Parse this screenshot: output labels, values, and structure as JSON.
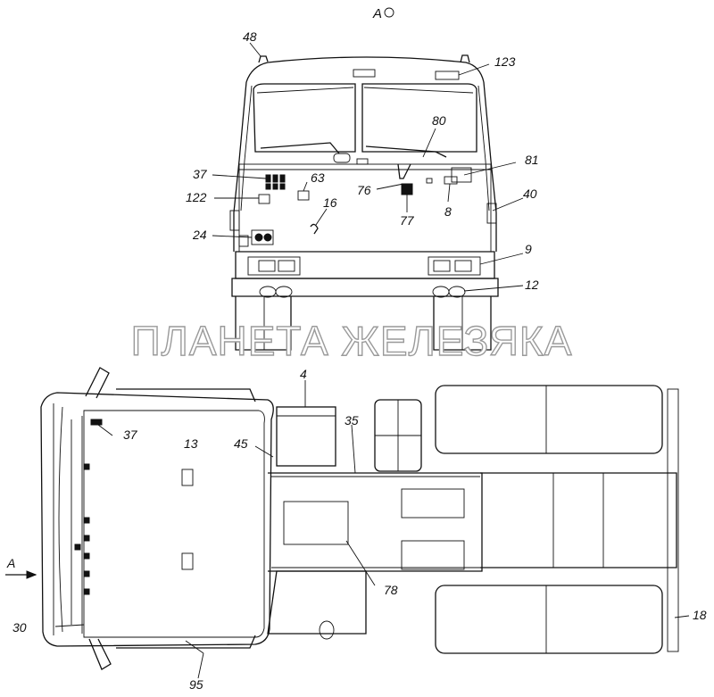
{
  "view_label": "A",
  "watermark": "ПЛАНЕТА ЖЕЛЕЗЯКА",
  "arrow_label": "A",
  "callouts": {
    "c48": "48",
    "c123": "123",
    "c80": "80",
    "c81": "81",
    "c37top": "37",
    "c63": "63",
    "c122": "122",
    "c76": "76",
    "c8": "8",
    "c40": "40",
    "c16": "16",
    "c77": "77",
    "c24": "24",
    "c9": "9",
    "c12": "12",
    "c4": "4",
    "c35": "35",
    "c37bot": "37",
    "c13": "13",
    "c45": "45",
    "c78": "78",
    "c30": "30",
    "c18": "18",
    "c95": "95"
  }
}
